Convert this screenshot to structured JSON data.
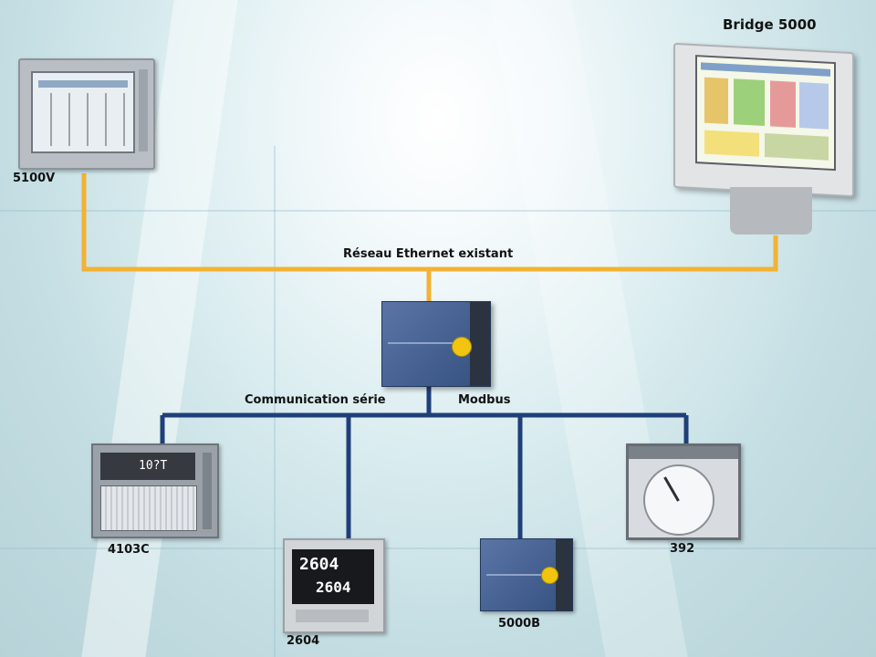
{
  "labels": {
    "bridge": "Bridge 5000",
    "top_left": "5100V",
    "ethernet": "Réseau Ethernet existant",
    "comm": "Communication série",
    "modbus": "Modbus",
    "rec_4103": "4103C",
    "ctrl_2604": "2604",
    "unit_5000b": "5000B",
    "rec_392": "392"
  },
  "displays": {
    "rec_4103_readout": "10?T",
    "ctrl_2604_top": "2604",
    "ctrl_2604_bottom": "2604"
  },
  "colors": {
    "ethernet_line": "#f2b233",
    "serial_line": "#1f3f7a",
    "unit_blue": "#3d5a8c",
    "knob_yellow": "#f1c40f"
  }
}
